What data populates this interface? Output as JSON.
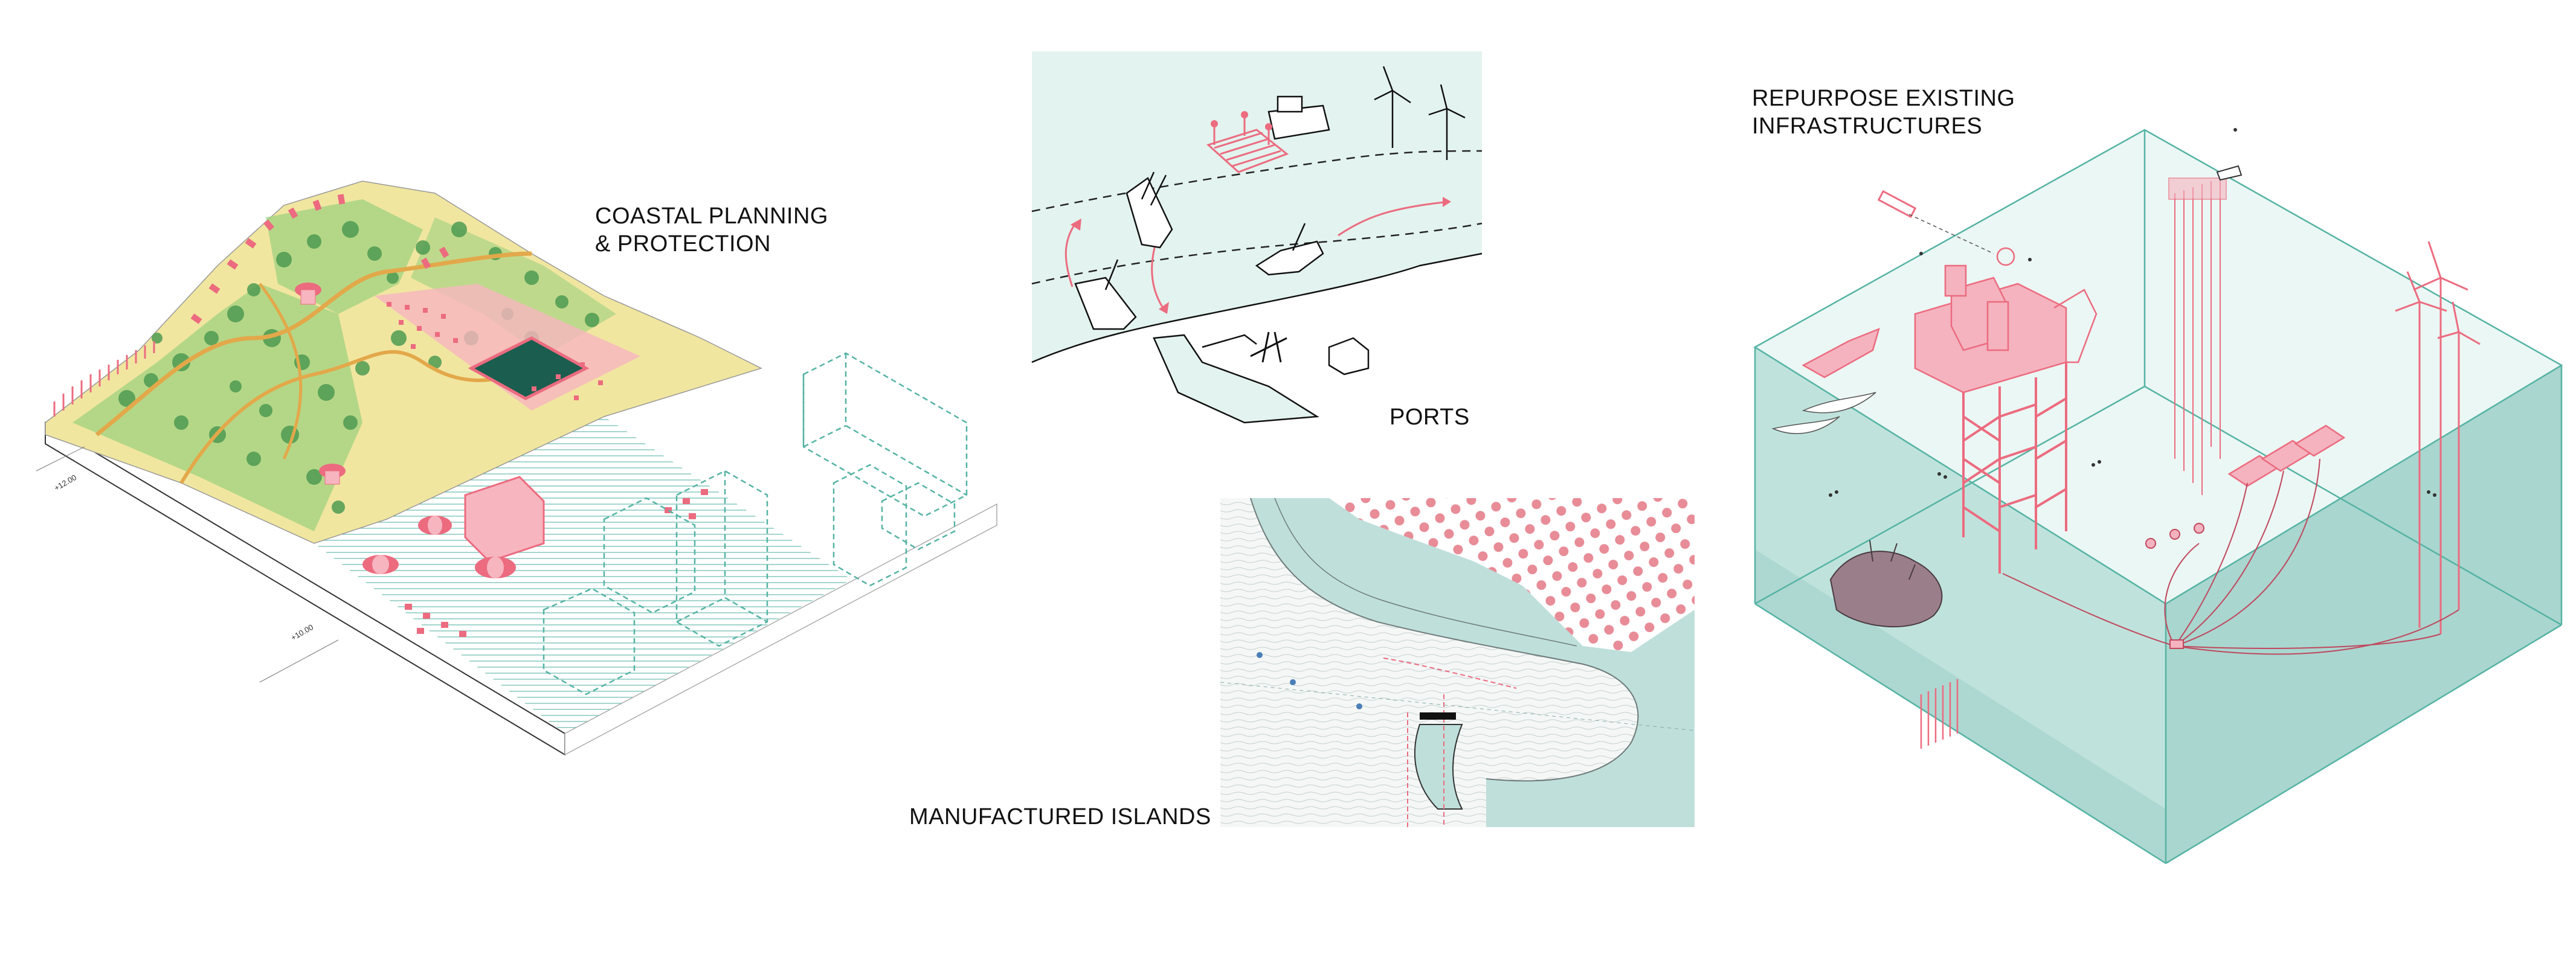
{
  "labels": {
    "coastal_line1": "COASTAL PLANNING",
    "coastal_line2": "& PROTECTION",
    "ports": "PORTS",
    "islands": "MANUFACTURED ISLANDS",
    "repurpose_line1": "REPURPOSE EXISTING",
    "repurpose_line2": "INFRASTRUCTURES",
    "elev_a": "+12.00",
    "elev_b": "+10.00"
  },
  "colors": {
    "pink": "#ec6b7f",
    "light_pink": "#f7b5bf",
    "sand": "#f1e6a0",
    "green": "#7cbf67",
    "sea": "#bfe3dc",
    "sea_dark": "#a9d6cf",
    "sea_pale": "#e3f3ef",
    "teal_line": "#55b3a4",
    "dark_green": "#1b5d4e",
    "grey_water": "#9fc8c4"
  }
}
